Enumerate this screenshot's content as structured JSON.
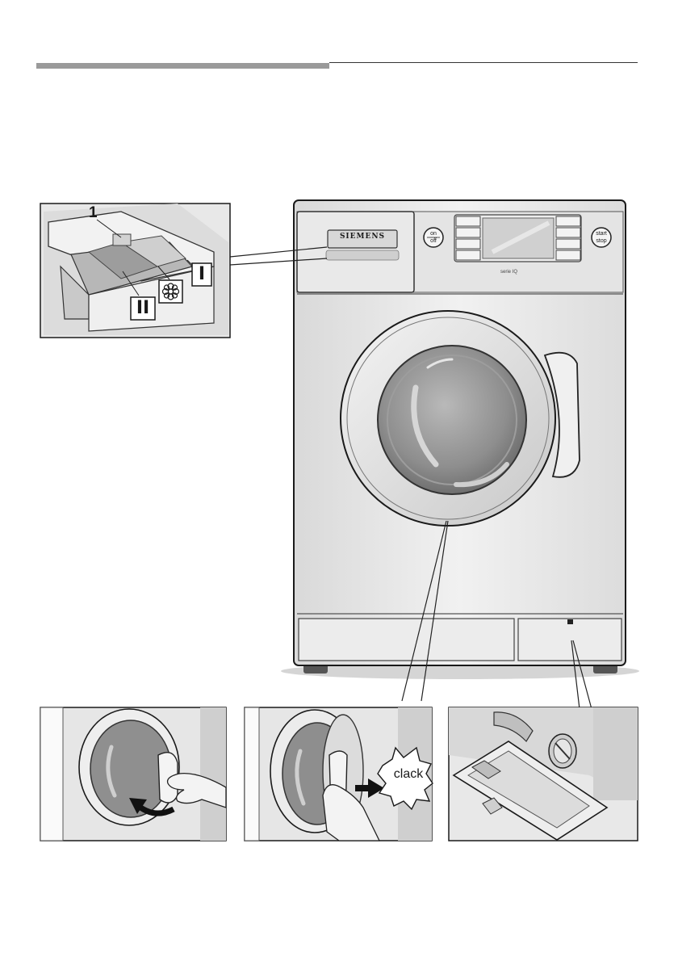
{
  "header": {
    "rule": "section-divider"
  },
  "dispenser_inset": {
    "callout_number": "1",
    "compartment_main": "I",
    "compartment_prewash": "II",
    "compartment_softener_icon": "flower-icon"
  },
  "machine": {
    "brand": "SIEMENS",
    "power_button": {
      "line1": "on",
      "line2": "off"
    },
    "start_button": {
      "line1": "start",
      "line2": "stop"
    },
    "series_label": "serie IQ"
  },
  "steps": {
    "close_door_sound": "clack"
  },
  "colors": {
    "outline": "#1a1a1a",
    "body": "#ececec",
    "panel": "#e2e2e2",
    "glass": "#8f8f8f",
    "arrow": "#111111"
  }
}
